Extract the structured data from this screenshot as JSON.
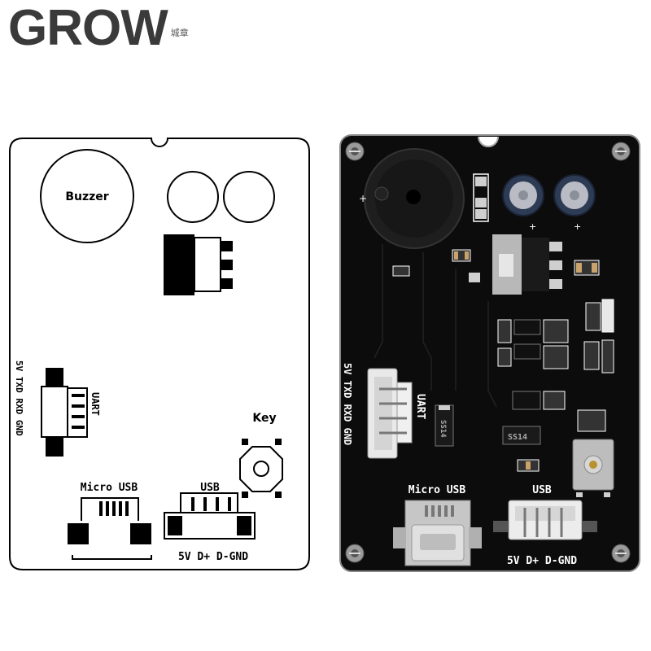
{
  "logo": {
    "brand": "GROW",
    "subtitle": "城章"
  },
  "diagram": {
    "buzzer_label": "Buzzer",
    "key_label": "Key",
    "uart_label": "UART",
    "uart_pins": "5V TXD RXD GND",
    "micro_usb_label": "Micro USB",
    "usb_label": "USB",
    "usb_pins": "5V D+ D-GND"
  },
  "board": {
    "uart_pins": "5V TXD RXD GND",
    "uart_label": "UART",
    "micro_usb_label": "Micro USB",
    "usb_label": "USB",
    "usb_pins": "5V D+ D-GND",
    "diode_label": "SS14",
    "regulator_label": "SS14"
  },
  "colors": {
    "pcb": "#0c0c0c",
    "silk": "#ffffff",
    "outline": "#000000"
  }
}
